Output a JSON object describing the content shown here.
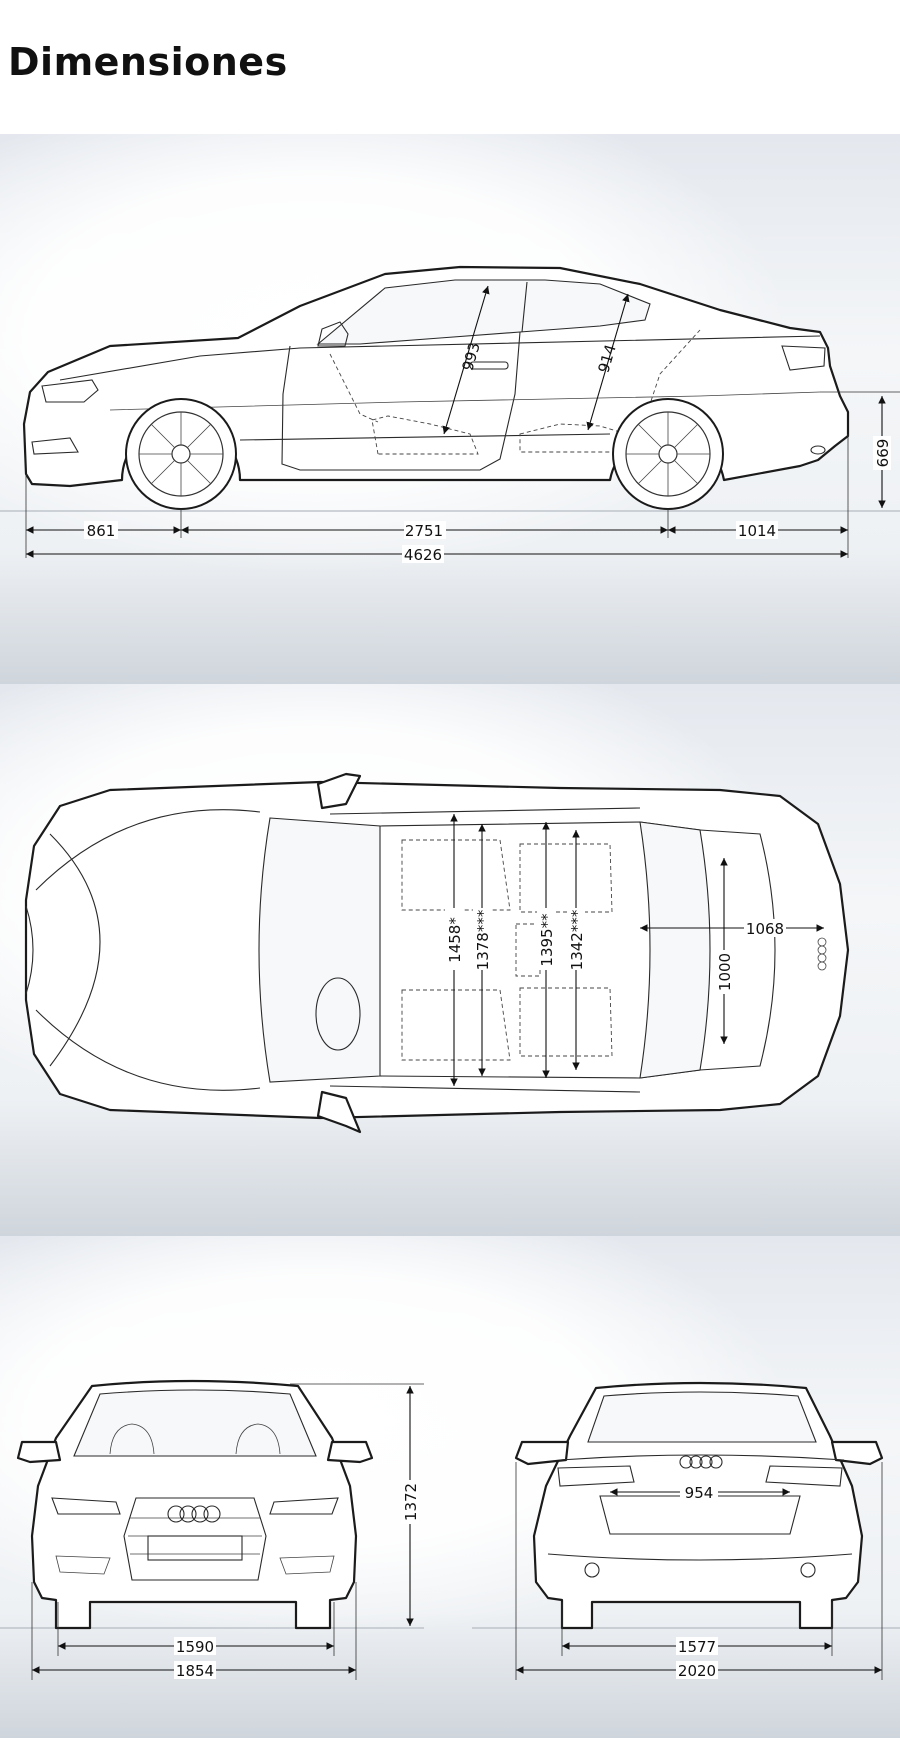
{
  "title": "Dimensiones",
  "side_view": {
    "front_overhang": "861",
    "wheelbase": "2751",
    "rear_overhang": "1014",
    "length": "4626",
    "front_headroom": "993",
    "rear_headroom": "914",
    "rear_height": "669"
  },
  "top_view": {
    "elbow_front": "1458*",
    "shoulder_front": "1378***",
    "elbow_rear": "1395**",
    "shoulder_rear": "1342***",
    "trunk_length": "1068",
    "trunk_width": "1000"
  },
  "front_view": {
    "height": "1372",
    "track_front": "1590",
    "width": "1854"
  },
  "rear_view": {
    "loading_width": "954",
    "track_rear": "1577",
    "width_mirrors": "2020"
  }
}
